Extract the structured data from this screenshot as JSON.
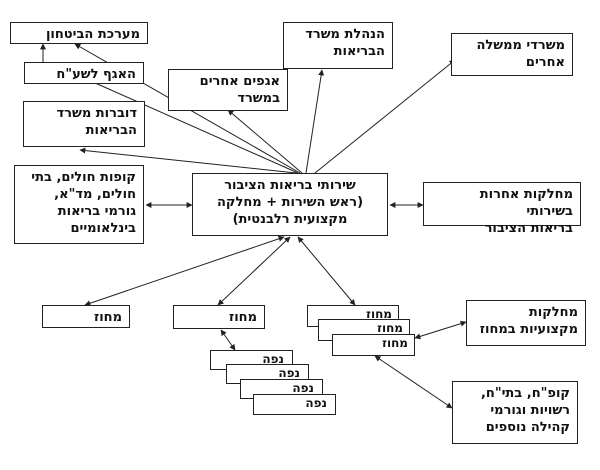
{
  "nodes": {
    "security_system": "מערכת הביטחון",
    "emergency_dept": "האגף לשע\"ח",
    "spokespersons": "דוברות משרד\nהבריאות",
    "other_divisions": "אגפים אחרים\nבמשרד",
    "ministry_management": "הנהלת משרד\nהבריאות",
    "other_ministries": "משרדי ממשלה\nאחרים",
    "hmos": "קופות חולים, בתי\nחולים, מד\"א,\nגורמי בריאות\nבינלאומיים",
    "public_health_service": "שירותי בריאות הציבור\n(ראש השירות + מחלקה\nמקצועית רלבנטית)",
    "other_phs_departments": "מחלקות אחרות בשירותי\nבריאות הציבור",
    "district_left": "מחוז",
    "district_mid": "מחוז",
    "district_right_1": "מחוז",
    "district_right_2": "מחוז",
    "district_right_3": "מחוז",
    "professional_departments": "מחלקות\nמקצועיות במחוז",
    "subdistrict_1": "נפה",
    "subdistrict_2": "נפה",
    "subdistrict_3": "נפה",
    "subdistrict_4": "נפה",
    "local_bodies": "קופ\"ח, בתי\"ח,\nרשויות וגורמי\nקהילה נוספים"
  }
}
